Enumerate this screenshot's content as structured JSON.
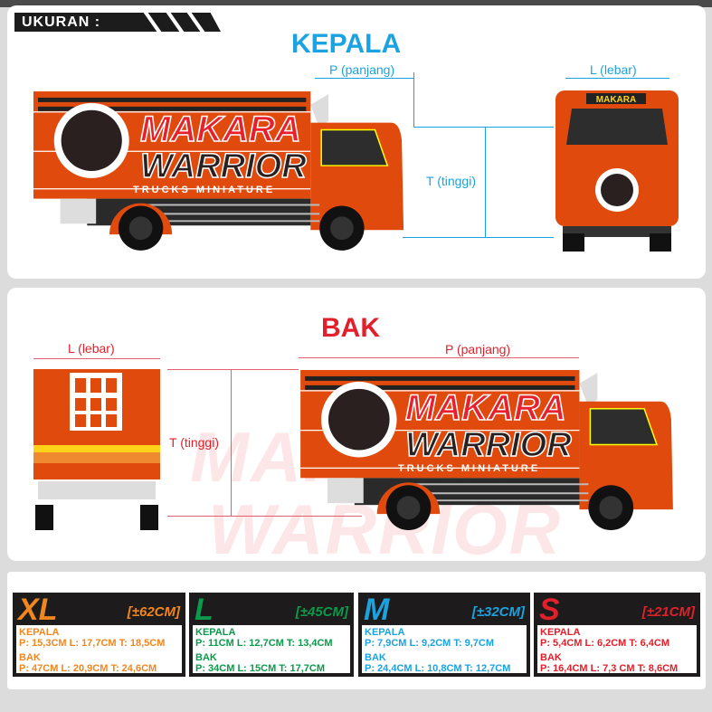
{
  "header": {
    "label": "UKURAN :"
  },
  "kepala": {
    "title": "KEPALA",
    "p_label": "P (panjang)",
    "l_label": "L (lebar)",
    "t_label": "T (tinggi)"
  },
  "bak": {
    "title": "BAK",
    "p_label": "P (panjang)",
    "l_label": "L (lebar)",
    "t_label": "T (tinggi)"
  },
  "truck": {
    "brand_line1": "MAKARA",
    "brand_line2": "WARRIOR",
    "brand_line3": "TRUCKS MINIATURE",
    "cab_badge": "MAKARA"
  },
  "watermark": {
    "line1": "MAKARA",
    "line2": "WARRIOR"
  },
  "sizes": [
    {
      "size": "XL",
      "length": "[±62CM]",
      "color": "#f0871e",
      "kepala_label": "KEPALA",
      "kepala": "P: 15,3CM L: 17,7CM T: 18,5CM",
      "bak_label": "BAK",
      "bak": "P: 47CM L: 20,9CM T: 24,6CM"
    },
    {
      "size": "L",
      "length": "[±45CM]",
      "color": "#0a9a4a",
      "kepala_label": "KEPALA",
      "kepala": "P: 11CM L: 12,7CM T: 13,4CM",
      "bak_label": "BAK",
      "bak": "P: 34CM L: 15CM T: 17,7CM"
    },
    {
      "size": "M",
      "length": "[±32CM]",
      "color": "#1aa3e0",
      "kepala_label": "KEPALA",
      "kepala": "P: 7,9CM L: 9,2CM T: 9,7CM",
      "bak_label": "BAK",
      "bak": "P: 24,4CM L: 10,8CM T: 12,7CM"
    },
    {
      "size": "S",
      "length": "[±21CM]",
      "color": "#e0202a",
      "kepala_label": "KEPALA",
      "kepala": "P: 5,4CM L: 6,2CM T: 6,4CM",
      "bak_label": "BAK",
      "bak": "P: 16,4CM L: 7,3 CM T: 8,6CM"
    }
  ]
}
